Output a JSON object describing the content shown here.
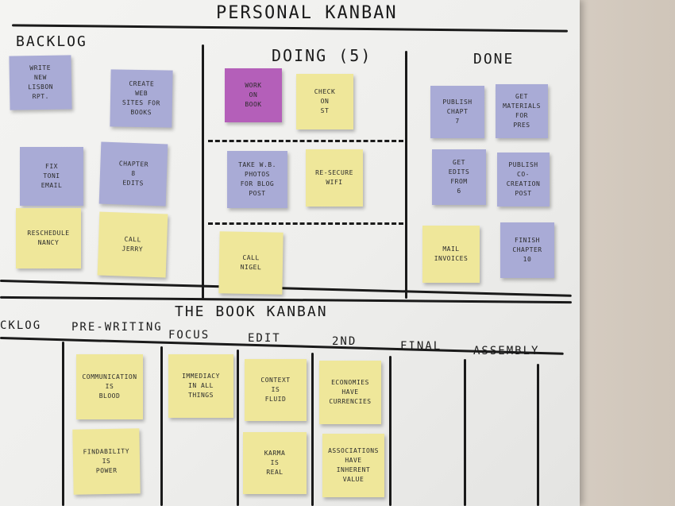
{
  "board": {
    "personal": {
      "title": "Personal Kanban",
      "columns": {
        "backlog": "Backlog",
        "doing": "Doing (5)",
        "done": "Done"
      },
      "notes": {
        "n1": "Write\nnew\nlisbon\nrpt.",
        "n2": "Create\nweb\nsites for\nbooks",
        "n3": "Fix\nToni\nemail",
        "n4": "Chapter\n8\nedits",
        "n5": "Reschedule\nnancy",
        "n6": "Call\nJerry",
        "n7": "Work\non\nBook",
        "n8": "Check\non\nST",
        "n9": "Take W.B.\nphotos\nfor blog\npost",
        "n10": "Re-secure\nwifi",
        "n11": "Call\nNigel",
        "n12": "Publish\nchapt\n7",
        "n13": "Get\nmaterials\nfor\npres",
        "n14": "Get\nedits\nfrom\n6",
        "n15": "Publish\nco-creation\npost",
        "n16": "Mail\ninvoices",
        "n17": "Finish\nchapter\n10"
      },
      "colors": {
        "blue": "#a9abd6",
        "yellow": "#efe79a",
        "purple": "#b45fb9"
      }
    },
    "book": {
      "title": "The Book Kanban",
      "headers": {
        "backlog": "cklog",
        "prewriting": "Pre-writing",
        "focus": "Focus",
        "edit": "Edit",
        "second": "2nd",
        "final": "Final",
        "assembly": "Assembly"
      },
      "notes": {
        "b1": "Communication\nis\nblood",
        "b2": "Immediacy\nin all\nthings",
        "b3": "Context\nis\nfluid",
        "b4": "Economies\nhave\ncurrencies",
        "b5": "Findability\nis\npower",
        "b6": "Karma\nis\nreal",
        "b7": "Associations\nhave\ninherent\nvalue"
      }
    }
  }
}
